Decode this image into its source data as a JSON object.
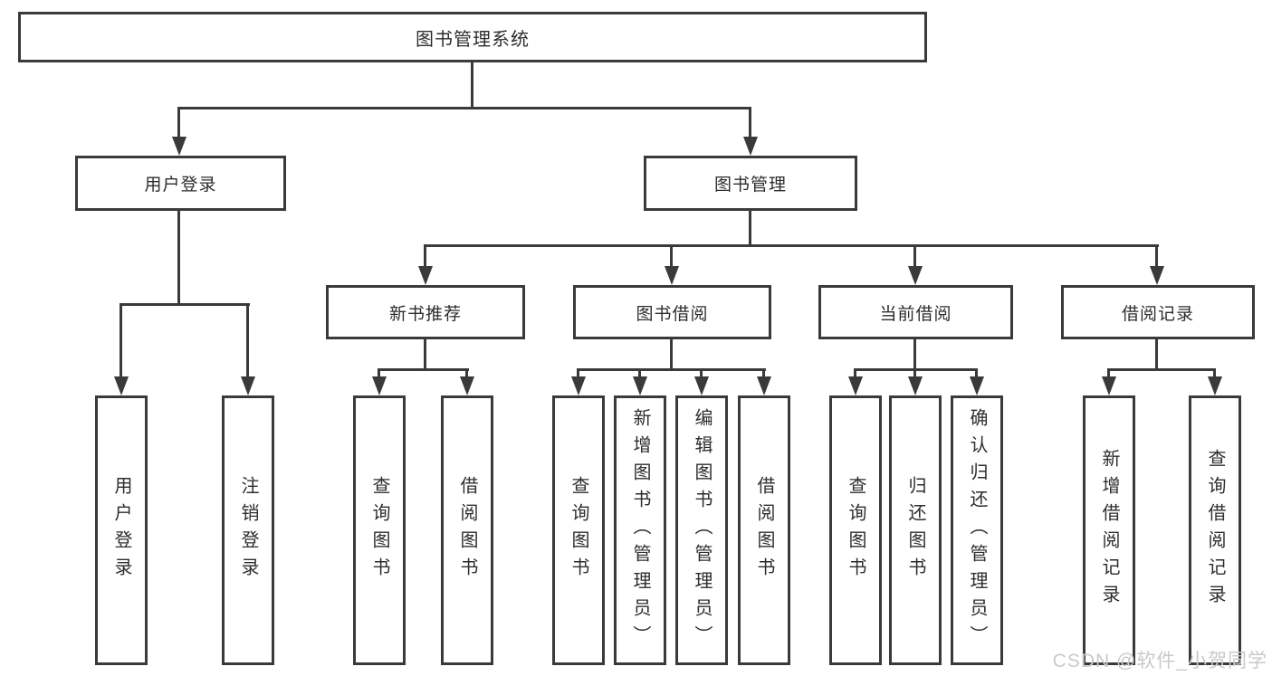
{
  "diagram": {
    "root": {
      "label": "图书管理系统"
    },
    "branches": [
      {
        "label": "用户登录",
        "children": [
          {
            "label": "用户登录"
          },
          {
            "label": "注销登录"
          }
        ]
      },
      {
        "label": "图书管理",
        "children": [
          {
            "label": "新书推荐",
            "children": [
              {
                "label": "查询图书"
              },
              {
                "label": "借阅图书"
              }
            ]
          },
          {
            "label": "图书借阅",
            "children": [
              {
                "label": "查询图书"
              },
              {
                "label": "新增图书（管理员）"
              },
              {
                "label": "编辑图书（管理员）"
              },
              {
                "label": "借阅图书"
              }
            ]
          },
          {
            "label": "当前借阅",
            "children": [
              {
                "label": "查询图书"
              },
              {
                "label": "归还图书"
              },
              {
                "label": "确认归还（管理员）"
              }
            ]
          },
          {
            "label": "借阅记录",
            "children": [
              {
                "label": "新增借阅记录"
              },
              {
                "label": "查询借阅记录"
              }
            ]
          }
        ]
      }
    ],
    "line_color": "#3a3a3a",
    "text_color": "#2d2d2d"
  },
  "watermark": {
    "text": "CSDN @软件_小贺同学"
  }
}
